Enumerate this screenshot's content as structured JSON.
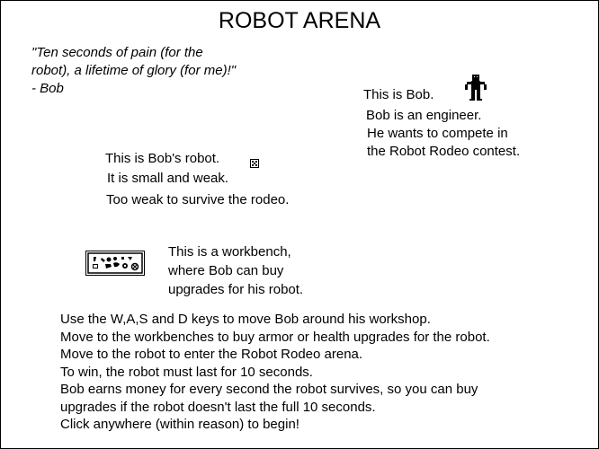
{
  "title": "ROBOT ARENA",
  "quote": "\"Ten seconds of pain (for the robot), a lifetime of glory (for me)!\" - Bob",
  "bob_text": [
    "This is Bob.",
    "Bob is an engineer.",
    "He wants to compete in",
    "the Robot Rodeo contest."
  ],
  "robot_text": [
    "This is Bob's robot.",
    "It is small and weak.",
    "Too weak to survive the rodeo."
  ],
  "workbench_text": [
    "This is a workbench,",
    "where Bob can buy",
    "upgrades for his robot."
  ],
  "instructions": [
    "Use the W,A,S and D keys to move Bob around his workshop.",
    "Move to the workbenches to buy armor or health upgrades for the robot.",
    "Move to the robot to enter the Robot Rodeo arena.",
    "To win, the robot must last for 10 seconds.",
    "Bob earns money for every second the robot survives, so you can buy",
    "upgrades if the robot doesn't last the full 10 seconds.",
    "Click anywhere (within reason) to begin!"
  ]
}
